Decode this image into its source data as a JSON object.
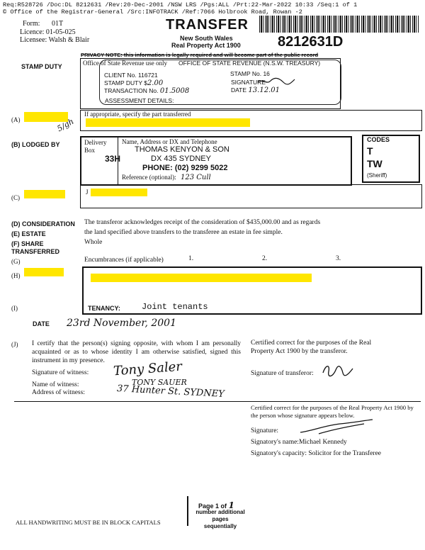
{
  "header": {
    "line1": "Req:R528726 /Doc:DL 8212631 /Rev:20-Dec-2001 /NSW LRS /Pgs:ALL /Prt:22-Mar-2022 10:33 /Seq:1 of 1",
    "line2": "© Office of the Registrar-General /Src:INFOTRACK /Ref:7066 Holbrook Road, Rowan -2"
  },
  "form": {
    "form_label": "Form:",
    "form_no": "01T",
    "licence": "Licence:  01-05-025",
    "licensee": "Licensee: Walsh & Blair",
    "title": "TRANSFER",
    "state": "New South Wales",
    "act": "Real Property Act 1900",
    "doc_number": "8212631D"
  },
  "stamp": {
    "label": "STAMP DUTY",
    "privacy": "PRIVACY NOTE: this information is legally required and will become part of the public record",
    "office": "Office of State Revenue use only",
    "stamp_revenue": "OFFICE OF STATE REVENUE  (N.S.W. TREASURY)",
    "client_no": "CLIENT No. 116721",
    "stamp_no": "STAMP No. 16",
    "stamp_duty": "STAMP DUTY $",
    "stamp_duty_value": "2.00",
    "signature": "SIGNATURE",
    "transaction": "TRANSACTION No.",
    "transaction_value": "01.5008",
    "date": "DATE",
    "date_value": "13.12.01",
    "assessment": "ASSESSMENT DETAILS:"
  },
  "a": {
    "label": "(A)",
    "hint": "If appropriate, specify  the part transferred",
    "initials": "5/gh"
  },
  "b": {
    "label": "(B) LODGED BY",
    "delivery": "Delivery Box",
    "box_no": "33H",
    "heading": "Name, Address or DX and Telephone",
    "name": "THOMAS KENYON & SON",
    "dx": "DX 435 SYDNEY",
    "phone": "PHONE: (02) 9299 5022",
    "reference": "Reference (optional):",
    "reference_value": "123 Cull",
    "codes_title": "CODES",
    "code1": "T",
    "code2": "TW",
    "code3": "(Sheriff)"
  },
  "c": {
    "label": "(C)",
    "prefix": "J"
  },
  "d": {
    "label": "(D) CONSIDERATION",
    "text1": "The transferor acknowledges receipt of the consideration of $435,000.00  and as regards",
    "text2": "the land specified  above transfers  to the transferee an estate in fee simple."
  },
  "e": {
    "label": "(E) ESTATE"
  },
  "f": {
    "label": "(F) SHARE TRANSFERRED",
    "value": "Whole"
  },
  "g": {
    "label": "(G)",
    "text": "Encumbrances (if applicable)",
    "n1": "1.",
    "n2": "2.",
    "n3": "3."
  },
  "h": {
    "label": "(H)"
  },
  "i": {
    "label": "(I)",
    "tenancy": "TENANCY:",
    "tenancy_value": "Joint tenants"
  },
  "date_row": {
    "label": "DATE",
    "value": "23rd November, 2001"
  },
  "j": {
    "label": "(J)",
    "cert1": "I certify that the person(s) signing opposite, with whom I am personally acquainted or as to whose identity I am otherwise satisfied, signed this instrument in my presence.",
    "witness_sig": "Signature of witness:",
    "witness_name": "Name of witness:",
    "witness_address": "Address of witness:",
    "witness_sig_value": "Tony Saler",
    "witness_name_value": "TONY SAUER",
    "witness_address_value": "37 Hunter St. SYDNEY",
    "cert2": "Certified correct for the purposes of the Real Property Act 1900 by the transferor.",
    "transferor_sig": "Signature of transferor:",
    "cert3": "Certified correct for the purposes of the Real Property Act 1900 by the person whose signature appears below.",
    "signature": "Signature:",
    "signatory_name": "Signatory's name:Michael Kennedy",
    "signatory_capacity": "Signatory's capacity: Solicitor for the Transferee"
  },
  "footer": {
    "page": "Page 1 of",
    "page_value": "1",
    "additional": "number additional pages sequentially",
    "handwriting": "ALL HANDWRITING MUST BE IN BLOCK CAPITALS"
  }
}
